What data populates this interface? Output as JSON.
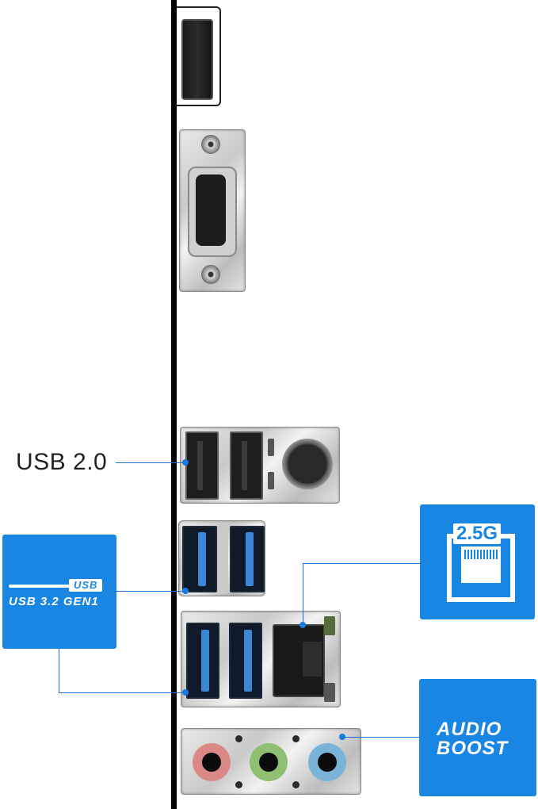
{
  "image": {
    "subject": "Motherboard rear I/O panel with port callouts",
    "ports": [
      {
        "id": "displayport",
        "name": "DisplayPort"
      },
      {
        "id": "vga",
        "name": "VGA (D-Sub)"
      },
      {
        "id": "usb2-ps2",
        "name": "USB 2.0 x2 + PS/2"
      },
      {
        "id": "usb3-stack-a",
        "name": "USB 3.2 Gen1 x2"
      },
      {
        "id": "usb3-lan",
        "name": "USB 3.2 Gen1 x2 + 2.5G LAN"
      },
      {
        "id": "audio",
        "name": "Audio jacks",
        "jack_colors": [
          "#d98a86",
          "#8fbf72",
          "#79b4d8"
        ]
      }
    ]
  },
  "labels": {
    "usb2": "USB 2.0",
    "usb3_badge_top": "USB",
    "usb3_badge_main": "USB 3.2 GEN1",
    "lan_badge": "2.5G",
    "audio_line1": "AUDIO",
    "audio_line2": "BOOST"
  },
  "colors": {
    "callout_blue": "#1a86e3",
    "line_blue": "#1a6fd0",
    "usb3_blue": "#3c86d3"
  }
}
